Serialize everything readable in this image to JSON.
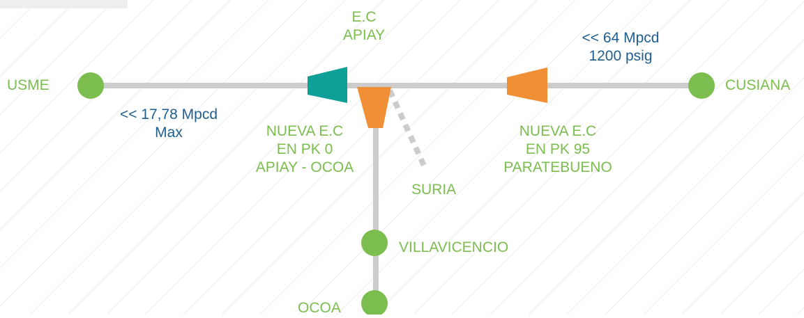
{
  "colors": {
    "pipeline": "#cccccc",
    "node": "#7bbd4e",
    "station_existing": "#0e9f98",
    "station_new": "#f08f35",
    "label_green": "#7bbd4e",
    "label_blue": "#1f5f8f"
  },
  "nodes": {
    "usme": "USME",
    "cusiana": "CUSIANA",
    "villavicencio": "VILLAVICENCIO",
    "ocoa": "OCOA",
    "suria": "SURIA"
  },
  "stations": {
    "apiay": {
      "line1": "E.C",
      "line2": "APIAY"
    },
    "pk0": {
      "line1": "NUEVA E.C",
      "line2": "EN PK 0",
      "line3": "APIAY - OCOA"
    },
    "pk95": {
      "line1": "NUEVA E.C",
      "line2": "EN PK 95",
      "line3": "PARATEBUENO"
    }
  },
  "flows": {
    "west": {
      "line1": "<< 17,78 Mpcd",
      "line2": "Max"
    },
    "east": {
      "line1": "<< 64 Mpcd",
      "line2": "1200 psig"
    }
  }
}
